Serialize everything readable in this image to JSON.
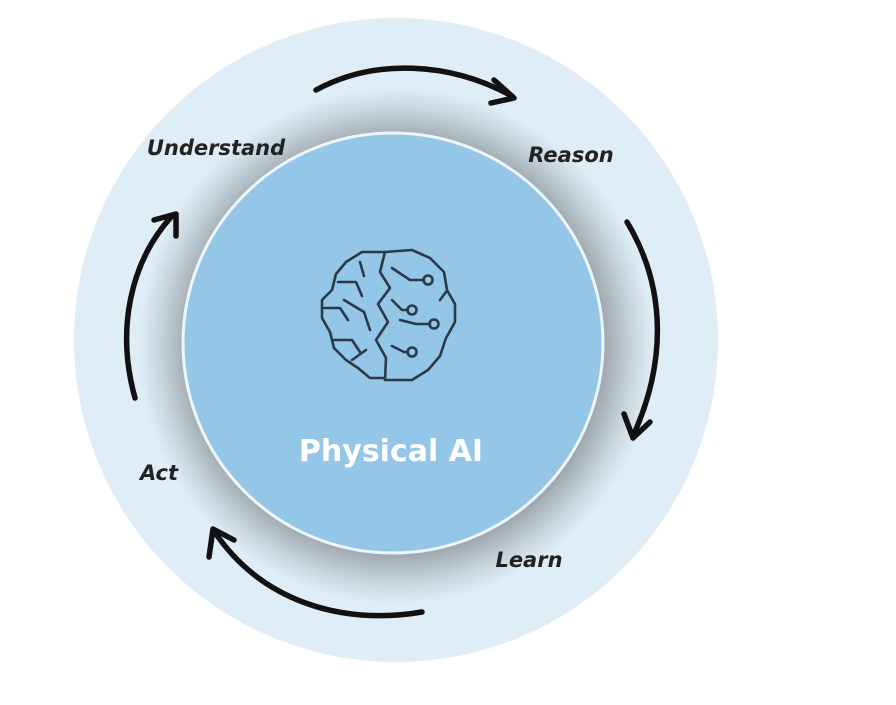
{
  "center": {
    "title": "Physical AI",
    "icon": "brain-circuit-icon"
  },
  "cycle": {
    "stages": [
      {
        "key": "understand",
        "label": "Understand"
      },
      {
        "key": "reason",
        "label": "Reason"
      },
      {
        "key": "learn",
        "label": "Learn"
      },
      {
        "key": "act",
        "label": "Act"
      }
    ]
  },
  "colors": {
    "outer_ring": "#dfedf6",
    "inner_circle": "#93c6e7",
    "arrow": "#111111",
    "icon_stroke": "#2b3a4a",
    "center_text": "#ffffff",
    "label_text": "#222222"
  }
}
